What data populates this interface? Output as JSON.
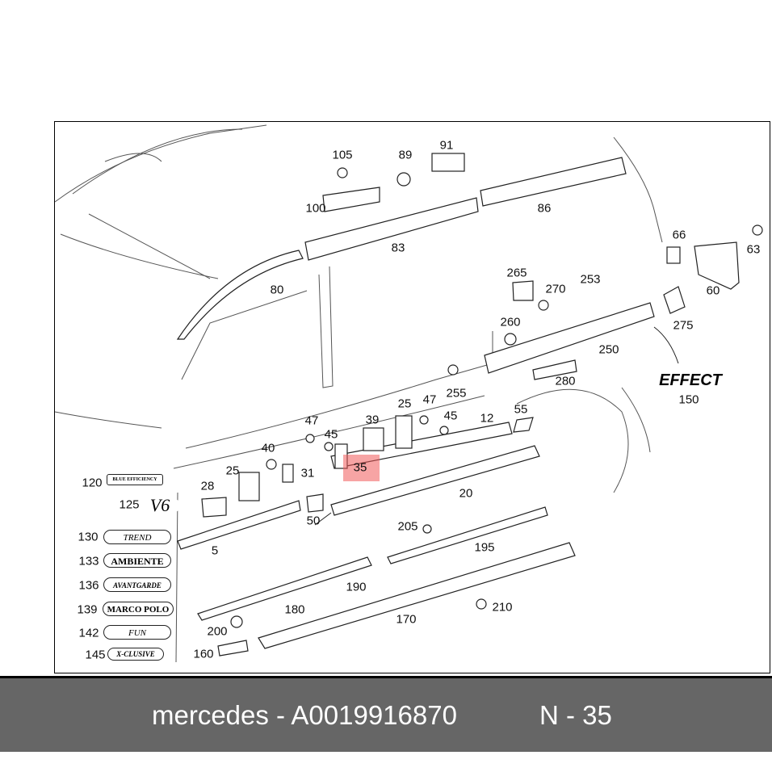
{
  "diagram": {
    "callouts": [
      "105",
      "89",
      "91",
      "100",
      "86",
      "83",
      "66",
      "63",
      "80",
      "265",
      "270",
      "253",
      "60",
      "275",
      "260",
      "250",
      "280",
      "255",
      "150",
      "25",
      "47",
      "55",
      "12",
      "39",
      "47",
      "45",
      "45",
      "40",
      "25",
      "31",
      "35",
      "120",
      "28",
      "125",
      "20",
      "50",
      "130",
      "205",
      "5",
      "133",
      "195",
      "136",
      "190",
      "139",
      "180",
      "210",
      "200",
      "170",
      "142",
      "145",
      "160"
    ],
    "highlighted_callout": "35",
    "badges": {
      "effect": "EFFECT",
      "v6": "V6",
      "blueefficiency": "BLUE EFFICIENCY",
      "trend": "TREND",
      "ambiente": "AMBIENTE",
      "avantgarde": "AVANTGARDE",
      "marco_polo": "MARCO POLO",
      "fun": "FUN",
      "xclusive": "X-CLUSIVE"
    },
    "highlight_color": "#f05a5a"
  },
  "caption": {
    "part": "mercedes - A0019916870",
    "position": "N - 35"
  }
}
